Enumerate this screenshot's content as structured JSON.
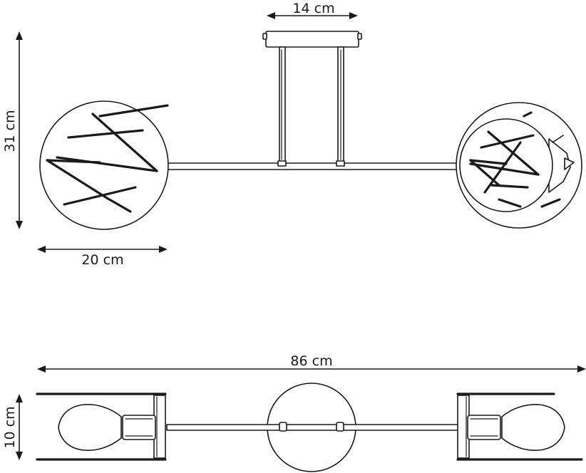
{
  "dimensions": {
    "canopy_width": "14 cm",
    "height": "31 cm",
    "shade_diameter": "20 cm",
    "total_width": "86 cm",
    "depth": "10 cm"
  }
}
